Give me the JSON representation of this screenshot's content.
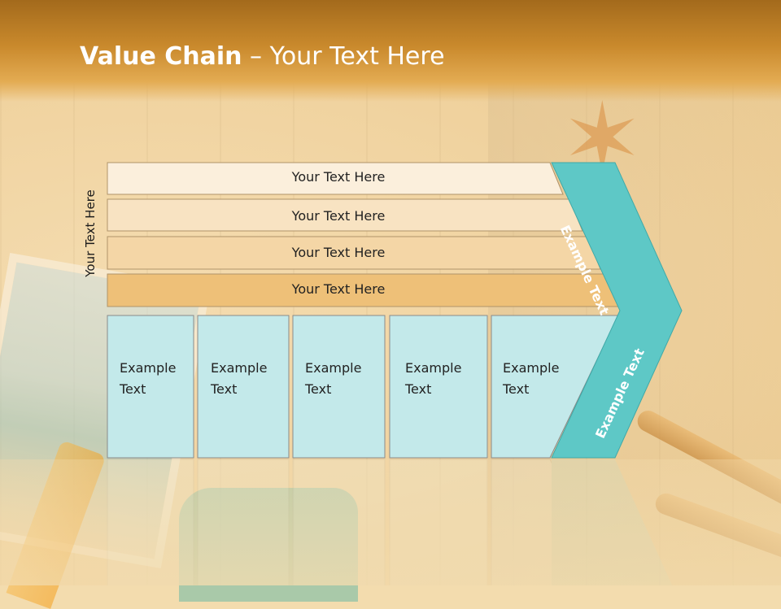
{
  "title": {
    "bold": "Value Chain",
    "rest": " – Your Text Here"
  },
  "side_label": "Your Text Here",
  "bars": [
    {
      "label": "Your Text Here",
      "color": "#fbefdc"
    },
    {
      "label": "Your Text Here",
      "color": "#f8e3c2"
    },
    {
      "label": "Your Text Here",
      "color": "#f4d6a6"
    },
    {
      "label": "Your Text Here",
      "color": "#eec078"
    }
  ],
  "cells": [
    {
      "line1": "Example",
      "line2": "Text"
    },
    {
      "line1": "Example",
      "line2": "Text"
    },
    {
      "line1": "Example",
      "line2": "Text"
    },
    {
      "line1": "Example",
      "line2": "Text"
    },
    {
      "line1": "Example",
      "line2": "Text"
    }
  ],
  "chevron": {
    "top_label": "Example Text",
    "bottom_label": "Example Text",
    "color": "#5ec8c6"
  },
  "colors": {
    "cell_fill": "#c3e9ea",
    "cell_border": "#8a8a8a",
    "header": "#c9892c"
  }
}
